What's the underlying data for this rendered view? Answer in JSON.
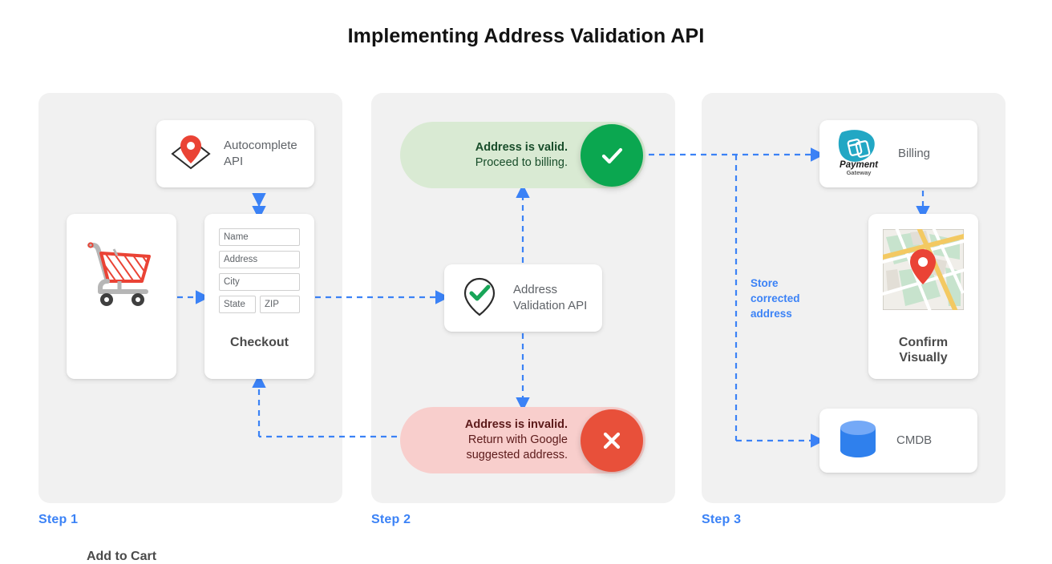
{
  "page": {
    "title": "Implementing Address Validation API",
    "accent_blue": "#3b82f6",
    "panel_bg": "#f1f1f1",
    "background": "#ffffff"
  },
  "steps": [
    {
      "label": "Step 1"
    },
    {
      "label": "Step 2"
    },
    {
      "label": "Step 3"
    }
  ],
  "step1": {
    "autocomplete_card": {
      "icon": "map-pin-diamond-icon",
      "label_line1": "Autocomplete",
      "label_line2": "API"
    },
    "add_to_cart_card": {
      "icon": "shopping-cart-icon",
      "label": "Add to Cart"
    },
    "checkout_card": {
      "label": "Checkout",
      "fields": [
        {
          "name": "name-field",
          "placeholder": "Name"
        },
        {
          "name": "address-field",
          "placeholder": "Address"
        },
        {
          "name": "city-field",
          "placeholder": "City"
        },
        {
          "name": "state-field",
          "placeholder": "State"
        },
        {
          "name": "zip-field",
          "placeholder": "ZIP"
        }
      ]
    }
  },
  "step2": {
    "valid_pill": {
      "headline": "Address is valid.",
      "subtext": "Proceed to billing.",
      "badge_icon": "check-icon",
      "badge_color": "#0ba750",
      "pill_color": "#d9ead3"
    },
    "invalid_pill": {
      "headline": "Address is invalid.",
      "subtext_line1": "Return with Google",
      "subtext_line2": "suggested address.",
      "badge_icon": "x-icon",
      "badge_color": "#e8503a",
      "pill_color": "#f8cecc"
    },
    "validation_card": {
      "icon": "pin-check-icon",
      "label_line1": "Address",
      "label_line2": "Validation API"
    }
  },
  "step3": {
    "billing_card": {
      "icon": "payment-gateway-logo",
      "logo_word1": "Payment",
      "logo_word2": "Gateway",
      "label": "Billing"
    },
    "confirm_card": {
      "icon": "map-thumbnail-icon",
      "label_line1": "Confirm",
      "label_line2": "Visually"
    },
    "cmdb_card": {
      "icon": "database-cylinder-icon",
      "label": "CMDB"
    },
    "store_note": {
      "line1": "Store",
      "line2": "corrected",
      "line3": "address"
    }
  }
}
